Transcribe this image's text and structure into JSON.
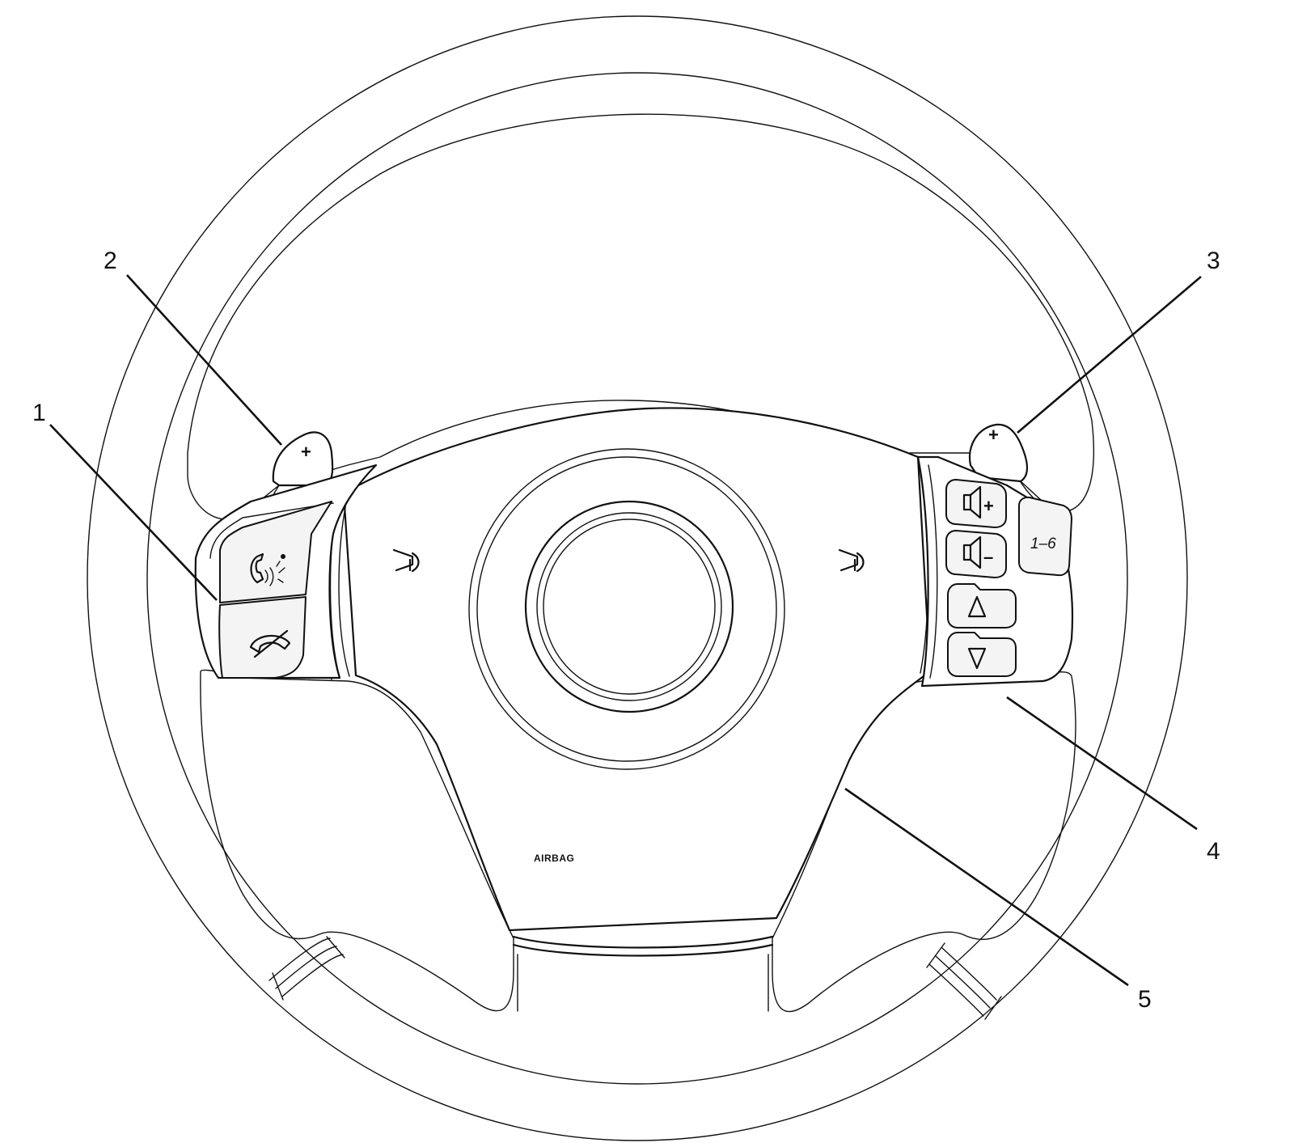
{
  "callouts": {
    "c1": "1",
    "c2": "2",
    "c3": "3",
    "c4": "4",
    "c5": "5"
  },
  "labels": {
    "airbag": "AIRBAG",
    "preset_button": "1–6",
    "paddle_left_plus": "+",
    "paddle_right_plus": "+",
    "vol_up_sign": "+",
    "vol_down_sign": "–"
  },
  "icons": {
    "phone_voice": "phone-voice-icon",
    "phone_hangup": "phone-hangup-icon",
    "horn_left": "horn-icon",
    "horn_right": "horn-icon",
    "volume_up": "volume-up-icon",
    "volume_down": "volume-down-icon",
    "seek_up": "seek-up-icon",
    "seek_down": "seek-down-icon"
  }
}
